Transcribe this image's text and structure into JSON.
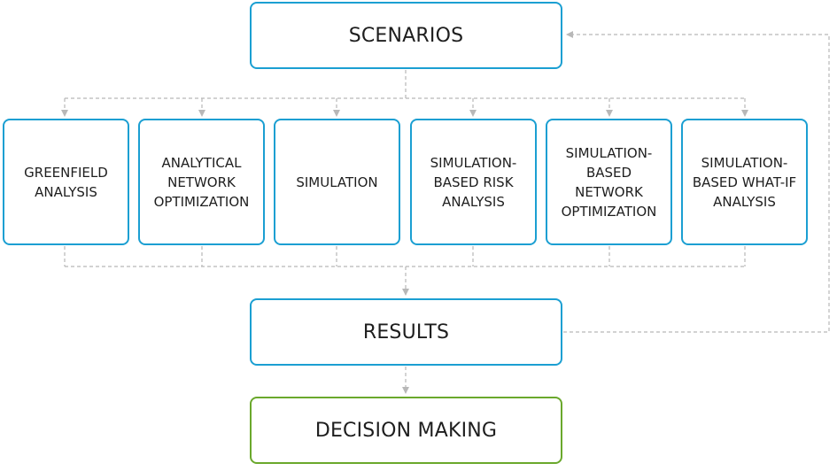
{
  "diagram": {
    "scenarios_label": "SCENARIOS",
    "methods": [
      {
        "label": "GREENFIELD ANALYSIS"
      },
      {
        "label": "ANALYTICAL NETWORK OPTIMIZATION"
      },
      {
        "label": "SIMULATION"
      },
      {
        "label": "SIMULATION-BASED RISK ANALYSIS"
      },
      {
        "label": "SIMULATION-BASED NETWORK OPTIMIZATION"
      },
      {
        "label": "SIMULATION-BASED WHAT-IF ANALYSIS"
      }
    ],
    "results_label": "RESULTS",
    "decision_label": "DECISION MAKING"
  },
  "colors": {
    "box_border": "#1b9fd2",
    "decision_border": "#6aa82c",
    "connector": "#b8b8b8",
    "text": "#1e1e1e"
  }
}
